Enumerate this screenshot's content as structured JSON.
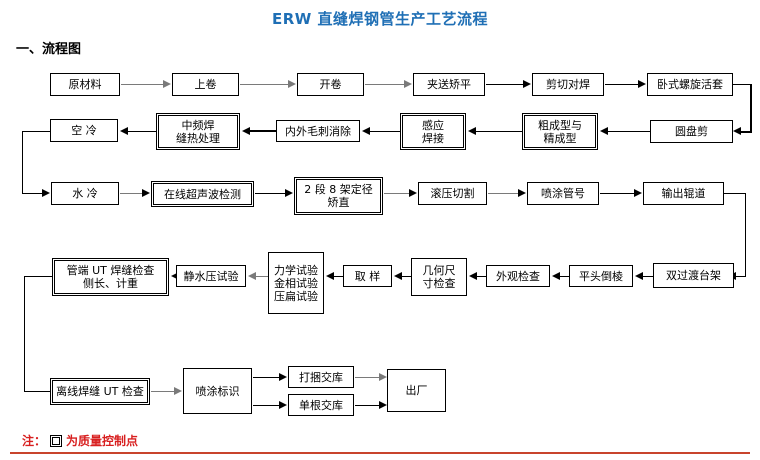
{
  "header": {
    "title": "ERW 直缝焊钢管生产工艺流程",
    "section": "一、流程图"
  },
  "footnote": {
    "prefix": "注：",
    "suffix": "为质量控制点",
    "symbol": "double-square"
  },
  "legend": {
    "qc_meaning": "双线框为质量控制点"
  },
  "flow": {
    "row1": [
      {
        "id": "raw-material",
        "label": "原材料",
        "qc": false
      },
      {
        "id": "uncoiling-up",
        "label": "上卷",
        "qc": false
      },
      {
        "id": "uncoiling",
        "label": "开卷",
        "qc": false
      },
      {
        "id": "pinch-leveling",
        "label": "夹送矫平",
        "qc": false
      },
      {
        "id": "shear-welding",
        "label": "剪切对焊",
        "qc": false
      },
      {
        "id": "horizontal-spiral-accumulator",
        "label": "卧式螺旋活套",
        "qc": false
      }
    ],
    "row2": [
      {
        "id": "air-cooling",
        "label": "空 冷",
        "qc": false
      },
      {
        "id": "mf-weld-heat-treatment",
        "label": "中频焊\n缝热处理",
        "qc": true
      },
      {
        "id": "burr-removal",
        "label": "内外毛刺消除",
        "qc": false
      },
      {
        "id": "induction-welding",
        "label": "感应\n焊接",
        "qc": true
      },
      {
        "id": "rough-fine-forming",
        "label": "粗成型与\n精成型",
        "qc": true
      },
      {
        "id": "disc-shear",
        "label": "圆盘剪",
        "qc": false
      }
    ],
    "row3": [
      {
        "id": "water-cooling",
        "label": "水 冷",
        "qc": false
      },
      {
        "id": "online-ultrasonic-test",
        "label": "在线超声波检测",
        "qc": true
      },
      {
        "id": "sizing-straightening",
        "label": "2 段 8 架定径\n矫直",
        "qc": true
      },
      {
        "id": "roll-cutting",
        "label": "滚压切割",
        "qc": false
      },
      {
        "id": "pipe-number-spraying",
        "label": "喷涂管号",
        "qc": false
      },
      {
        "id": "output-roller-table",
        "label": "输出辊道",
        "qc": false
      }
    ],
    "row4": [
      {
        "id": "pipe-end-ut-weld-inspection",
        "label": "管端 UT 焊缝检查\n侧长、计重",
        "qc": true
      },
      {
        "id": "hydrostatic-test",
        "label": "静水压试验",
        "qc": false
      },
      {
        "id": "lab-tests",
        "label": "力学试验\n金相试验\n压扁试验",
        "qc": false
      },
      {
        "id": "sampling",
        "label": "取 样",
        "qc": false
      },
      {
        "id": "geometry-dimension-inspection",
        "label": "几何尺\n寸检查",
        "qc": false
      },
      {
        "id": "appearance-inspection",
        "label": "外观检查",
        "qc": false
      },
      {
        "id": "facing-beveling",
        "label": "平头倒棱",
        "qc": false
      },
      {
        "id": "double-transfer-rack",
        "label": "双过渡台架",
        "qc": false
      }
    ],
    "row5": [
      {
        "id": "offline-weld-ut-inspection",
        "label": "离线焊缝 UT 检查",
        "qc": true
      },
      {
        "id": "marking-spraying",
        "label": "喷涂标识",
        "qc": false
      },
      {
        "id": "bundled-delivery",
        "label": "打捆交库",
        "qc": false
      },
      {
        "id": "single-delivery",
        "label": "单根交库",
        "qc": false
      },
      {
        "id": "ex-factory",
        "label": "出厂",
        "qc": false
      }
    ]
  },
  "colors": {
    "title": "#1f6fb5",
    "note": "#d81f1f",
    "rule": "#c8442c",
    "line": "#000000",
    "line_gray": "#7a7a7a"
  }
}
